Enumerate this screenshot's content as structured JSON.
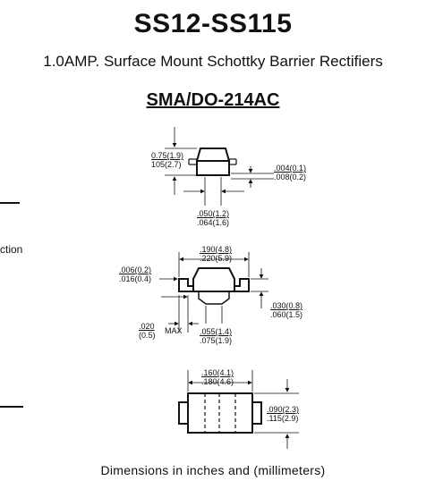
{
  "document": {
    "title": "SS12-SS115",
    "subtitle": "1.0AMP. Surface Mount  Schottky Barrier Rectifiers",
    "package": "SMA/DO-214AC",
    "cut_text": "ction",
    "footer_note": "Dimensions in inches and (millimeters)"
  },
  "side_view": {
    "height_max": "0.75(1.9)",
    "height_min": "105(2.7)",
    "lead_thk_min": ".004(0.1)",
    "lead_thk_max": ".008(0.2)",
    "lead_w_min": ".050(1.2)",
    "lead_w_max": ".064(1.6)"
  },
  "end_view": {
    "overall_min": ".190(4.8)",
    "overall_max": ".220(5.9)",
    "pad_min": ".006(0.2)",
    "pad_max": ".016(0.4)",
    "height_min": ".030(0.8)",
    "height_max": ".060(1.5)",
    "lead_len_top": ".020",
    "lead_len_bot": "(0.5)",
    "lead_len_max": "MAX",
    "body_min": ".055(1.4)",
    "body_max": ".075(1.9)"
  },
  "top_view": {
    "length_min": ".160(4.1)",
    "length_max": ".180(4.6)",
    "width_min": ".090(2.3)",
    "width_max": ".115(2.9)"
  }
}
